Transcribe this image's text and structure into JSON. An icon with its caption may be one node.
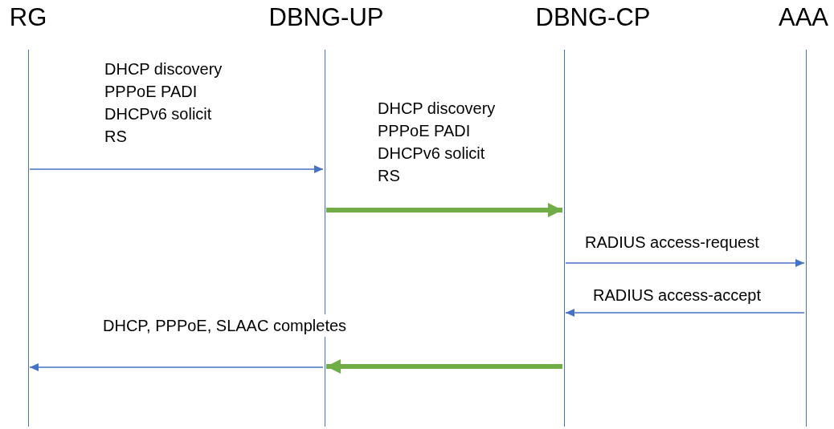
{
  "diagram": {
    "nodes": [
      {
        "text": [
          "RG"
        ]
      },
      {
        "text": [
          "DBNG-UP"
        ]
      },
      {
        "text": [
          "DBNG-CP"
        ]
      },
      {
        "text": [
          "AAA"
        ]
      }
    ],
    "edges": [
      {
        "from": 0,
        "to": 1,
        "arrow": "to",
        "label": "DHCP discovery PPPoE PADI DHCPv6 solicit RS"
      },
      {
        "from": 1,
        "to": 2,
        "arrow": "to",
        "label": "DHCP discovery PPPoE PADI DHCPv6 solicit RS",
        "style": "thick",
        "color": "#70ad47"
      },
      {
        "from": 2,
        "to": 3,
        "arrow": "to",
        "label": "RADIUS access-request"
      },
      {
        "from": 3,
        "to": 2,
        "arrow": "to",
        "label": "RADIUS access-accept"
      },
      {
        "from": 2,
        "to": 1,
        "arrow": "to",
        "style": "thick",
        "color": "#70ad47"
      },
      {
        "from": 1,
        "to": 0,
        "arrow": "to",
        "label": "DHCP, PPPoE, SLAAC completes"
      }
    ]
  }
}
